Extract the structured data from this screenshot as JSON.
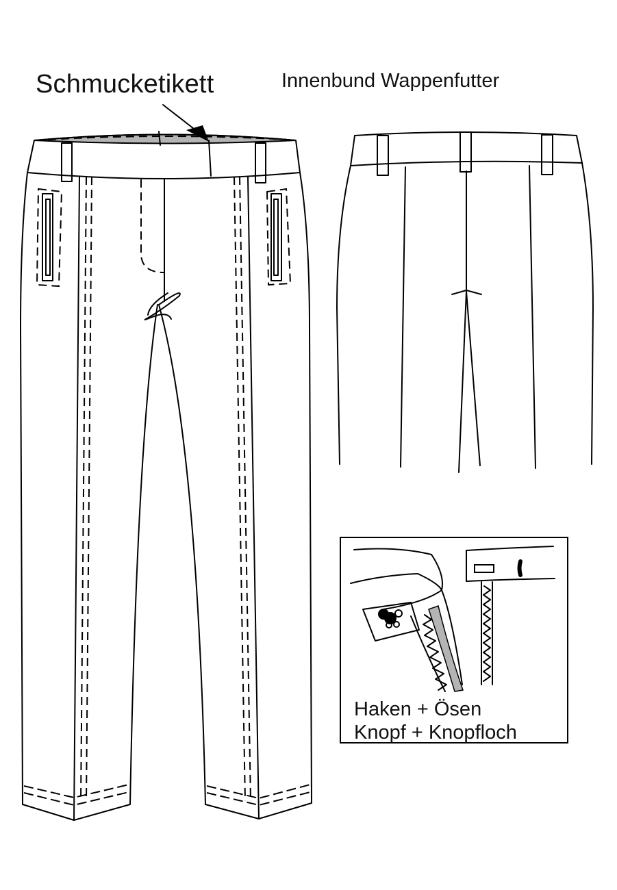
{
  "labels": {
    "trim_label": "Schmucketikett",
    "waistband_lining": "Innenbund Wappenfutter",
    "hooks_eyes": "Haken + Ösen",
    "button_buttonhole": "Knopf + Knopfloch"
  },
  "colors": {
    "line": "#000000",
    "waistband_lining_fill": "#b4b4b4",
    "background": "#ffffff"
  },
  "icons": [
    "arrow-icon",
    "hook-and-eye-icon",
    "button-icon",
    "buttonhole-icon"
  ]
}
